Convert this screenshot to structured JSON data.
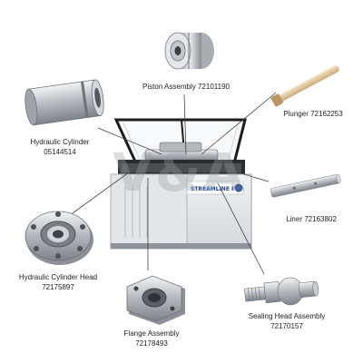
{
  "watermark": "V&A",
  "machine_brand": "STREAMLINE PRO",
  "parts": [
    {
      "name": "Piston Assembly",
      "number": "72101190"
    },
    {
      "name": "Plunger",
      "number": "72162253"
    },
    {
      "name": "Hydraulic Cylinder",
      "number": "05144514"
    },
    {
      "name": "Liner",
      "number": "72163802"
    },
    {
      "name": "Hydraulic Cylinder Head",
      "number": "72175897"
    },
    {
      "name": "Sealing Head Assembly",
      "number": "72170157"
    },
    {
      "name": "Flange Assembly",
      "number": "72178493"
    }
  ],
  "colors": {
    "leader_line": "#444444",
    "machine_body": "#e6e9ec",
    "brand_blue": "#1a3f8f",
    "metal": "#c9ccd0",
    "plunger": "#e8d2a8"
  }
}
